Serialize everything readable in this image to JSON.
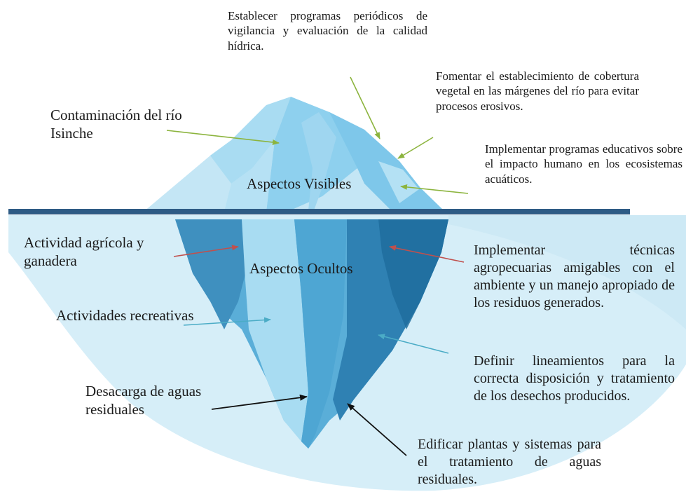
{
  "labels": {
    "visible": "Aspectos Visibles",
    "hidden": "Aspectos Ocultos"
  },
  "problems": {
    "contaminacion": "Contaminación del río Isinche",
    "agricola": "Actividad agrícola y ganadera",
    "recreativas": "Actividades recreativas",
    "descarga": "Desacarga de aguas residuales"
  },
  "solutions": {
    "vigilancia": "Establecer programas periódicos de vigilancia y evaluación de la calidad hídrica.",
    "cobertura": "Fomentar el establecimiento de cobertura vegetal en las márgenes del río para evitar procesos erosivos.",
    "educativos": "Implementar programas educativos sobre el impacto humano en los ecosistemas acuáticos.",
    "agropecuarias": "Implementar técnicas agropecuarias amigables con el ambiente y un manejo apropiado de los residuos generados.",
    "desechos": "Definir lineamientos para la correcta disposición y tratamiento de los desechos producidos.",
    "plantas": "Edificar plantas y sistemas para el tratamiento de aguas residuales."
  },
  "colors": {
    "waterline": "#2e5b85",
    "ice_light": "#bfe6f6",
    "ice_mid": "#8fd0ee",
    "ice_dark": "#3f90bf",
    "arrow_green": "#8cb43e",
    "arrow_red": "#c0504d",
    "arrow_teal": "#4bacc6",
    "arrow_black": "#111111"
  }
}
